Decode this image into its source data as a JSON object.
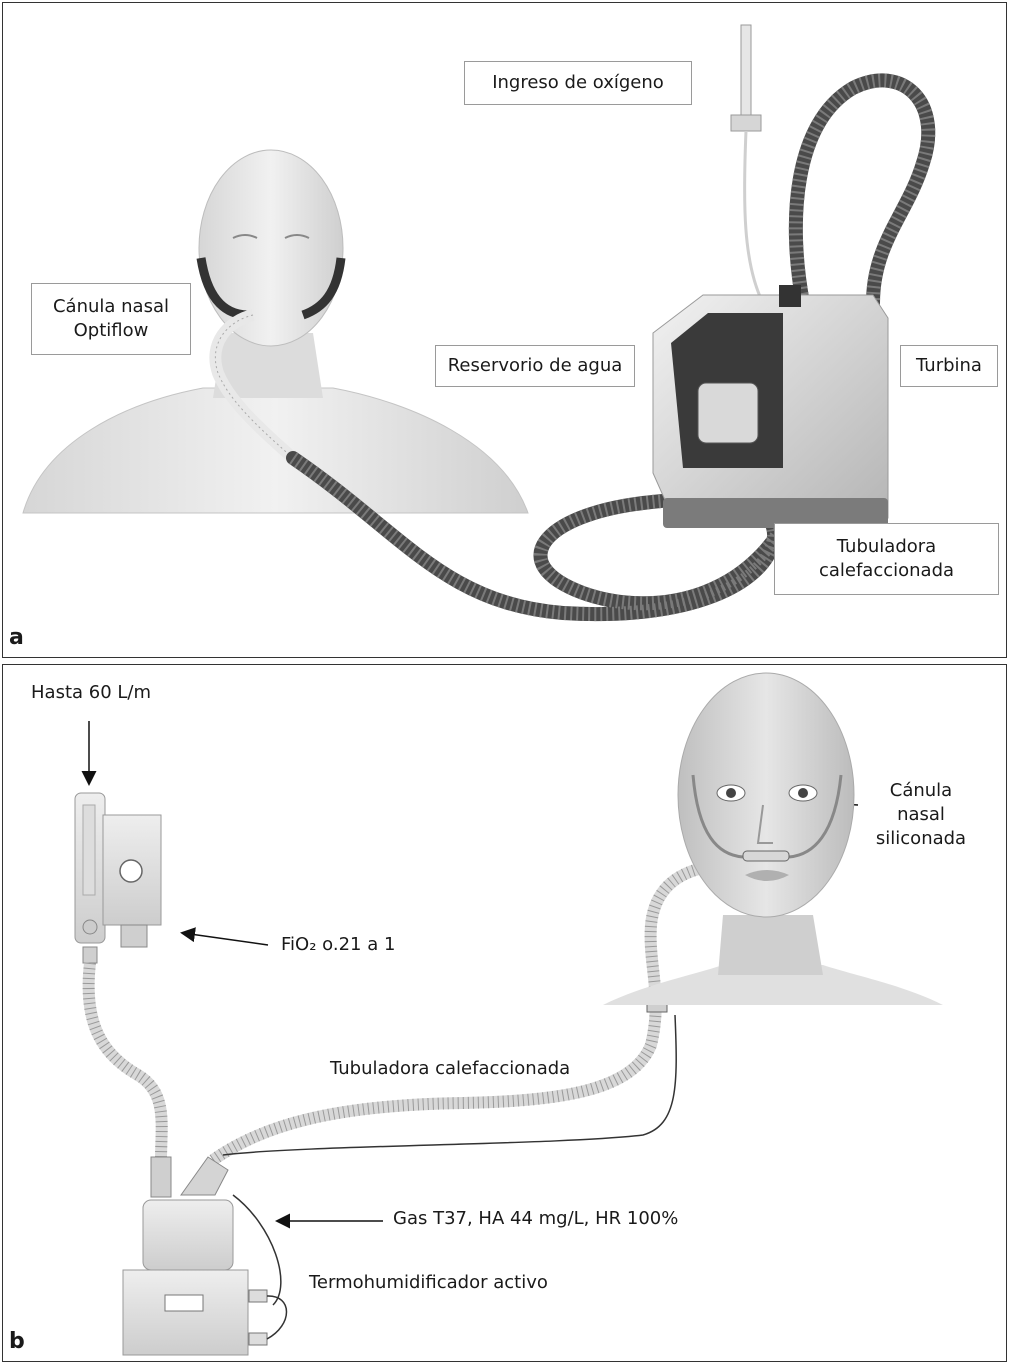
{
  "panel_a": {
    "letter": "a",
    "labels": {
      "oxygen_inlet": "Ingreso de oxígeno",
      "nasal_cannula_line1": "Cánula nasal",
      "nasal_cannula_line2": "Optiflow",
      "water_reservoir": "Reservorio de agua",
      "turbine": "Turbina",
      "heated_tubing_line1": "Tubuladora",
      "heated_tubing_line2": "calefaccionada"
    }
  },
  "panel_b": {
    "letter": "b",
    "labels": {
      "flow": "Hasta 60 L/m",
      "fio2": "FiO₂ o.21 a 1",
      "cannula_line1": "Cánula",
      "cannula_line2": "nasal",
      "cannula_line3": "siliconada",
      "heated_tubing": "Tubuladora calefaccionada",
      "gas": "Gas T37, HA 44 mg/L, HR 100%",
      "humidifier": "Termohumidificador activo"
    }
  }
}
